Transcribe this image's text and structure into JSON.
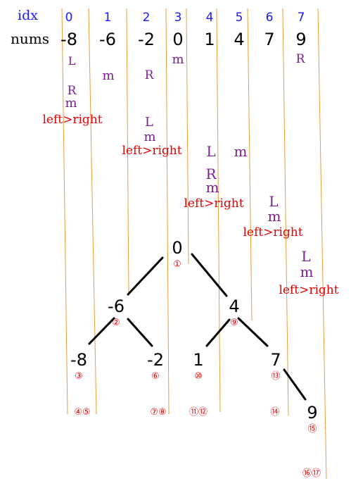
{
  "colors": {
    "index": "#1a1aff",
    "marker": "#7a1f8f",
    "note": "#e60000",
    "guide": "#e69a3a",
    "ink": "#000000"
  },
  "header": {
    "idx_label": "idx",
    "nums_label": "nums",
    "indices": [
      "0",
      "1",
      "2",
      "3",
      "4",
      "5",
      "6",
      "7"
    ],
    "nums": [
      "-8",
      "-6",
      "-2",
      "0",
      "1",
      "4",
      "7",
      "9"
    ]
  },
  "markers": [
    {
      "text": "L"
    },
    {
      "text": "m"
    },
    {
      "text": "R"
    },
    {
      "text": "m"
    },
    {
      "text": "R"
    },
    {
      "text": "R"
    },
    {
      "text": "m"
    },
    {
      "text": "left>right"
    },
    {
      "text": "L"
    },
    {
      "text": "m"
    },
    {
      "text": "left>right"
    },
    {
      "text": "L"
    },
    {
      "text": "m"
    },
    {
      "text": "R"
    },
    {
      "text": "m"
    },
    {
      "text": "left>right"
    },
    {
      "text": "L"
    },
    {
      "text": "m"
    },
    {
      "text": "left>right"
    },
    {
      "text": "L"
    },
    {
      "text": "m"
    },
    {
      "text": "left>right"
    }
  ],
  "tree": {
    "nodes": [
      {
        "value": "0",
        "step": "①"
      },
      {
        "value": "-6",
        "step": "②"
      },
      {
        "value": "4",
        "step": "⑨"
      },
      {
        "value": "-8",
        "step": "③"
      },
      {
        "value": "-2",
        "step": "⑥"
      },
      {
        "value": "1",
        "step": "⑩"
      },
      {
        "value": "7",
        "step": "⑬"
      },
      {
        "value": "9",
        "step": "⑮"
      }
    ],
    "edges": [
      [
        0,
        1
      ],
      [
        0,
        2
      ],
      [
        1,
        3
      ],
      [
        1,
        4
      ],
      [
        2,
        5
      ],
      [
        2,
        6
      ],
      [
        6,
        7
      ]
    ]
  },
  "null_steps": [
    {
      "text": "④⑤"
    },
    {
      "text": "⑦⑧"
    },
    {
      "text": "⑪⑫"
    },
    {
      "text": "⑭"
    },
    {
      "text": "⑯⑰"
    }
  ]
}
